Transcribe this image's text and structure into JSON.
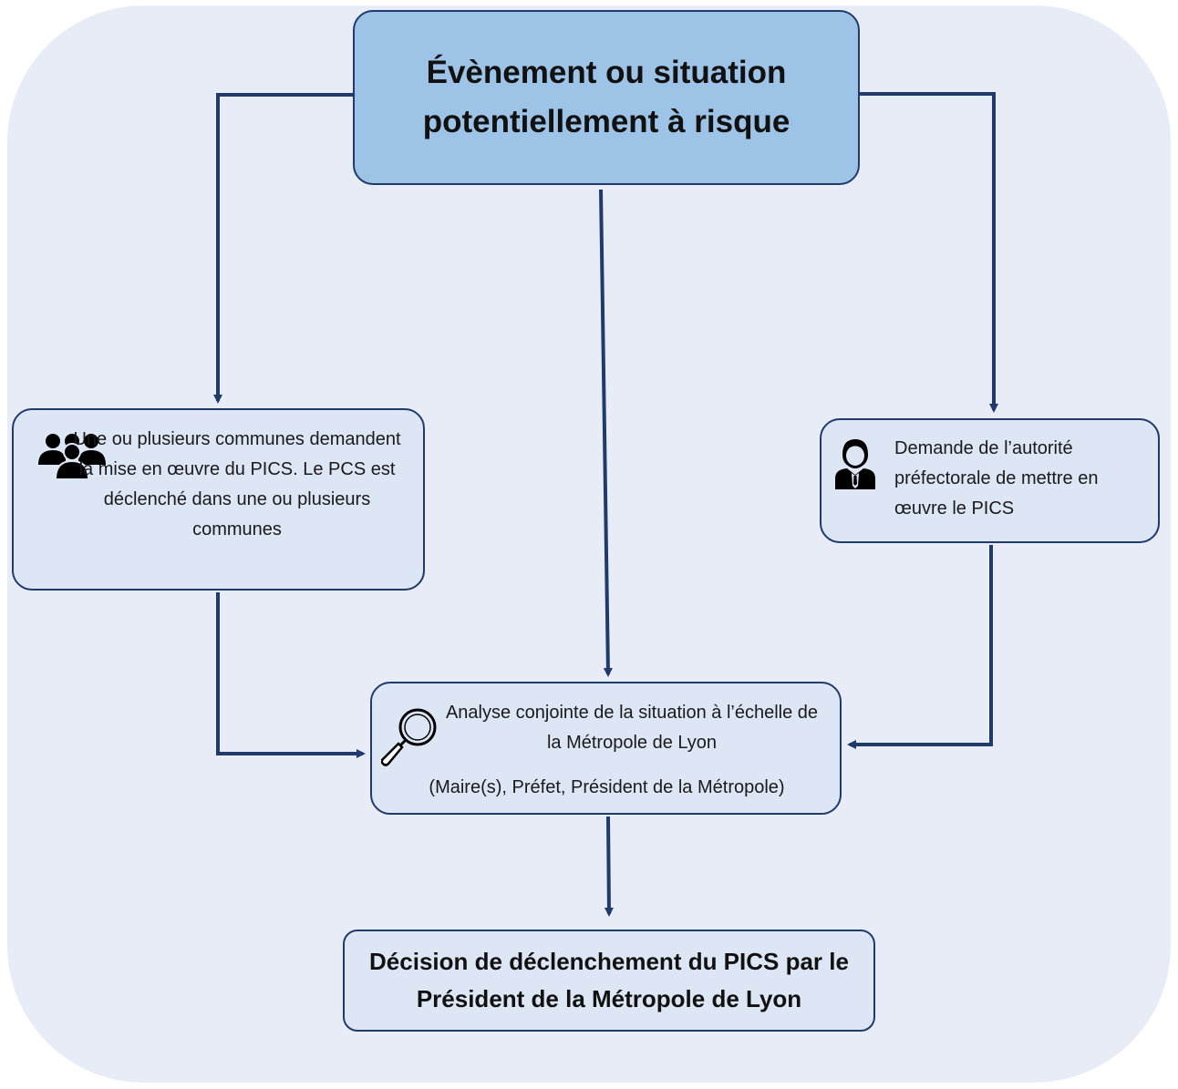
{
  "diagram": {
    "top_box": {
      "text": "Évènement ou situation potentiellement à risque"
    },
    "left_box": {
      "icon": "group-icon",
      "text": "Une ou plusieurs communes demandent la mise en œuvre du PICS. Le PCS est déclenché dans une ou plusieurs communes"
    },
    "right_box": {
      "icon": "official-person-icon",
      "text": "Demande de l’autorité préfectorale de mettre en œuvre le PICS"
    },
    "mid_box": {
      "icon": "magnifier-icon",
      "text": "Analyse conjointe de la situation à l’échelle de la Métropole de Lyon",
      "subtext": "(Maire(s), Préfet, Président de la Métropole)"
    },
    "bottom_box": {
      "text": "Décision de déclenchement du PICS par le Président de la Métropole de Lyon"
    }
  },
  "colors": {
    "panel": "#e8ecf7",
    "top_box_fill": "#9dc3e6",
    "box_fill": "#dde6f5",
    "stroke": "#1f3a6b"
  }
}
